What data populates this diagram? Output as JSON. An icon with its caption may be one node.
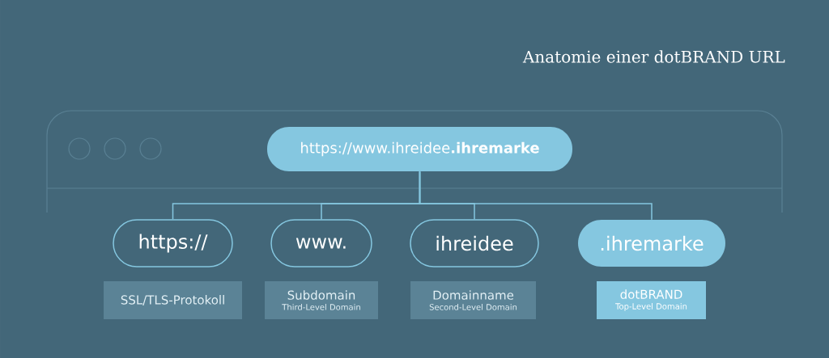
{
  "diagram": {
    "title": "Anatomie einer dotBRAND URL",
    "nodes": [
      {
        "text": [
          "https://www.ihreidee**.ihremarke**"
        ]
      },
      {
        "text": [
          "https://"
        ]
      },
      {
        "text": [
          "www."
        ]
      },
      {
        "text": [
          "ihreidee"
        ]
      },
      {
        "text": [
          ".ihremarke"
        ]
      },
      {
        "text": [
          "SSL/TLS-Protokoll"
        ]
      },
      {
        "text": [
          "Subdomain",
          "Third-Level Domain"
        ]
      },
      {
        "text": [
          "Domainname",
          "Second-Level Domain"
        ]
      },
      {
        "text": [
          "dotBRAND",
          "Top-Level Domain"
        ]
      }
    ],
    "edges": [
      {
        "from": 0,
        "to": 1,
        "arrow": "none"
      },
      {
        "from": 0,
        "to": 2,
        "arrow": "none"
      },
      {
        "from": 0,
        "to": 3,
        "arrow": "none"
      },
      {
        "from": 0,
        "to": 4,
        "arrow": "none"
      }
    ]
  }
}
